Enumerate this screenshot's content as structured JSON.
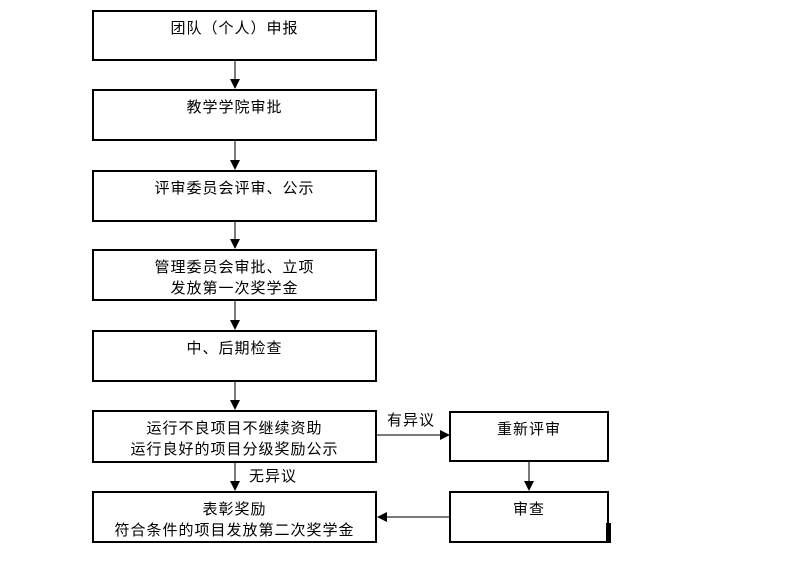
{
  "flowchart": {
    "title": "scholarship-project-approval-flow",
    "colors": {
      "box_border": "#000000",
      "box_fill": "#ffffff",
      "connector": "#7a7a7a",
      "arrowhead": "#000000",
      "text": "#000000",
      "background": "#ffffff"
    },
    "main_boxes": [
      {
        "id": "apply",
        "lines": [
          "团队（个人）申报",
          ""
        ]
      },
      {
        "id": "college-approval",
        "lines": [
          "教学学院审批",
          ""
        ]
      },
      {
        "id": "committee-review",
        "lines": [
          "评审委员会评审、公示",
          ""
        ]
      },
      {
        "id": "management-approval",
        "lines": [
          "管理委员会审批、立项",
          "发放第一次奖学金"
        ]
      },
      {
        "id": "inspection",
        "lines": [
          "中、后期检查",
          ""
        ]
      },
      {
        "id": "grading-publicity",
        "lines": [
          "运行不良项目不继续资助",
          "运行良好的项目分级奖励公示"
        ]
      },
      {
        "id": "commendation",
        "lines": [
          "表彰奖励",
          "符合条件的项目发放第二次奖学金"
        ]
      }
    ],
    "side_boxes": [
      {
        "id": "re-review",
        "lines": [
          "重新评审"
        ]
      },
      {
        "id": "examine",
        "lines": [
          "审查"
        ]
      }
    ],
    "labels": {
      "objection": "有异议",
      "no_objection": "无异议"
    }
  }
}
